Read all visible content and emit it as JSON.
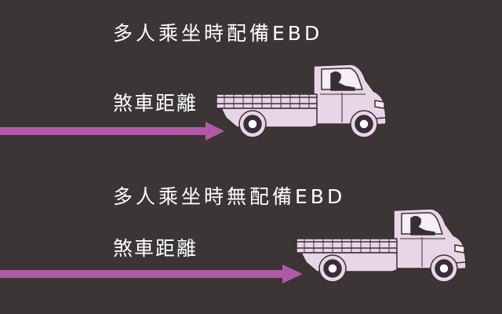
{
  "scenario_with_ebd": {
    "title": "多人乘坐時配備EBD",
    "distance_label": "煞車距離",
    "braking_distance_relative": "shorter"
  },
  "scenario_without_ebd": {
    "title": "多人乘坐時無配備EBD",
    "distance_label": "煞車距離",
    "braking_distance_relative": "longer"
  },
  "colors": {
    "background": "#3b3536",
    "arrow": "#b05aa6",
    "truck_body": "#e8d5e6",
    "truck_outline": "#3a2e35",
    "text": "#ffffff"
  },
  "icons": {
    "truck": "pickup-truck-icon",
    "arrow": "right-arrow-icon"
  }
}
